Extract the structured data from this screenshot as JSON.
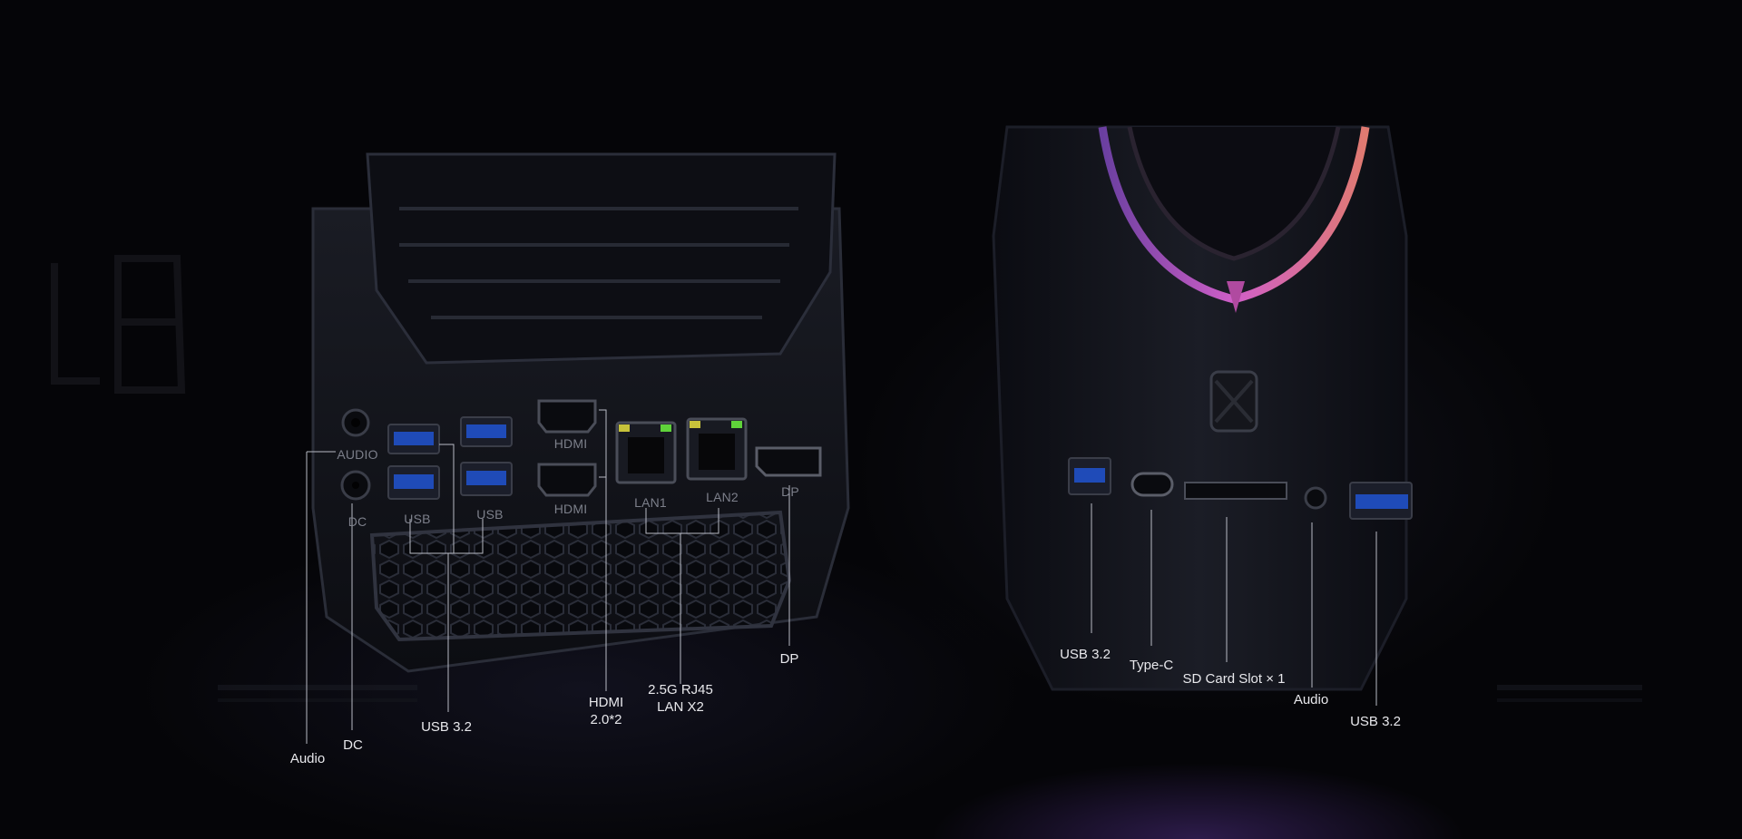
{
  "rear_panel": {
    "engraved": {
      "audio": "AUDIO",
      "dc": "DC",
      "usb_a": "USB",
      "usb_b": "USB",
      "hdmi_a": "HDMI",
      "hdmi_b": "HDMI",
      "lan1": "LAN1",
      "lan2": "LAN2",
      "dp": "DP"
    },
    "callouts": {
      "audio": "Audio",
      "dc": "DC",
      "usb32": "USB 3.2",
      "hdmi_line1": "HDMI",
      "hdmi_line2": "2.0*2",
      "lan_line1": "2.5G RJ45",
      "lan_line2": "LAN X2",
      "dp": "DP"
    }
  },
  "front_panel": {
    "callouts": {
      "usb32_left": "USB 3.2",
      "typec": "Type-C",
      "sd_card": "SD Card Slot × 1",
      "audio": "Audio",
      "usb32_right": "USB 3.2"
    }
  },
  "colors": {
    "background": "#050508",
    "usb_port": "#1f4bb8",
    "lan_led_green": "#5fd23a",
    "lan_led_yellow": "#c7c23a",
    "accent_glow": "#b44fd0"
  }
}
